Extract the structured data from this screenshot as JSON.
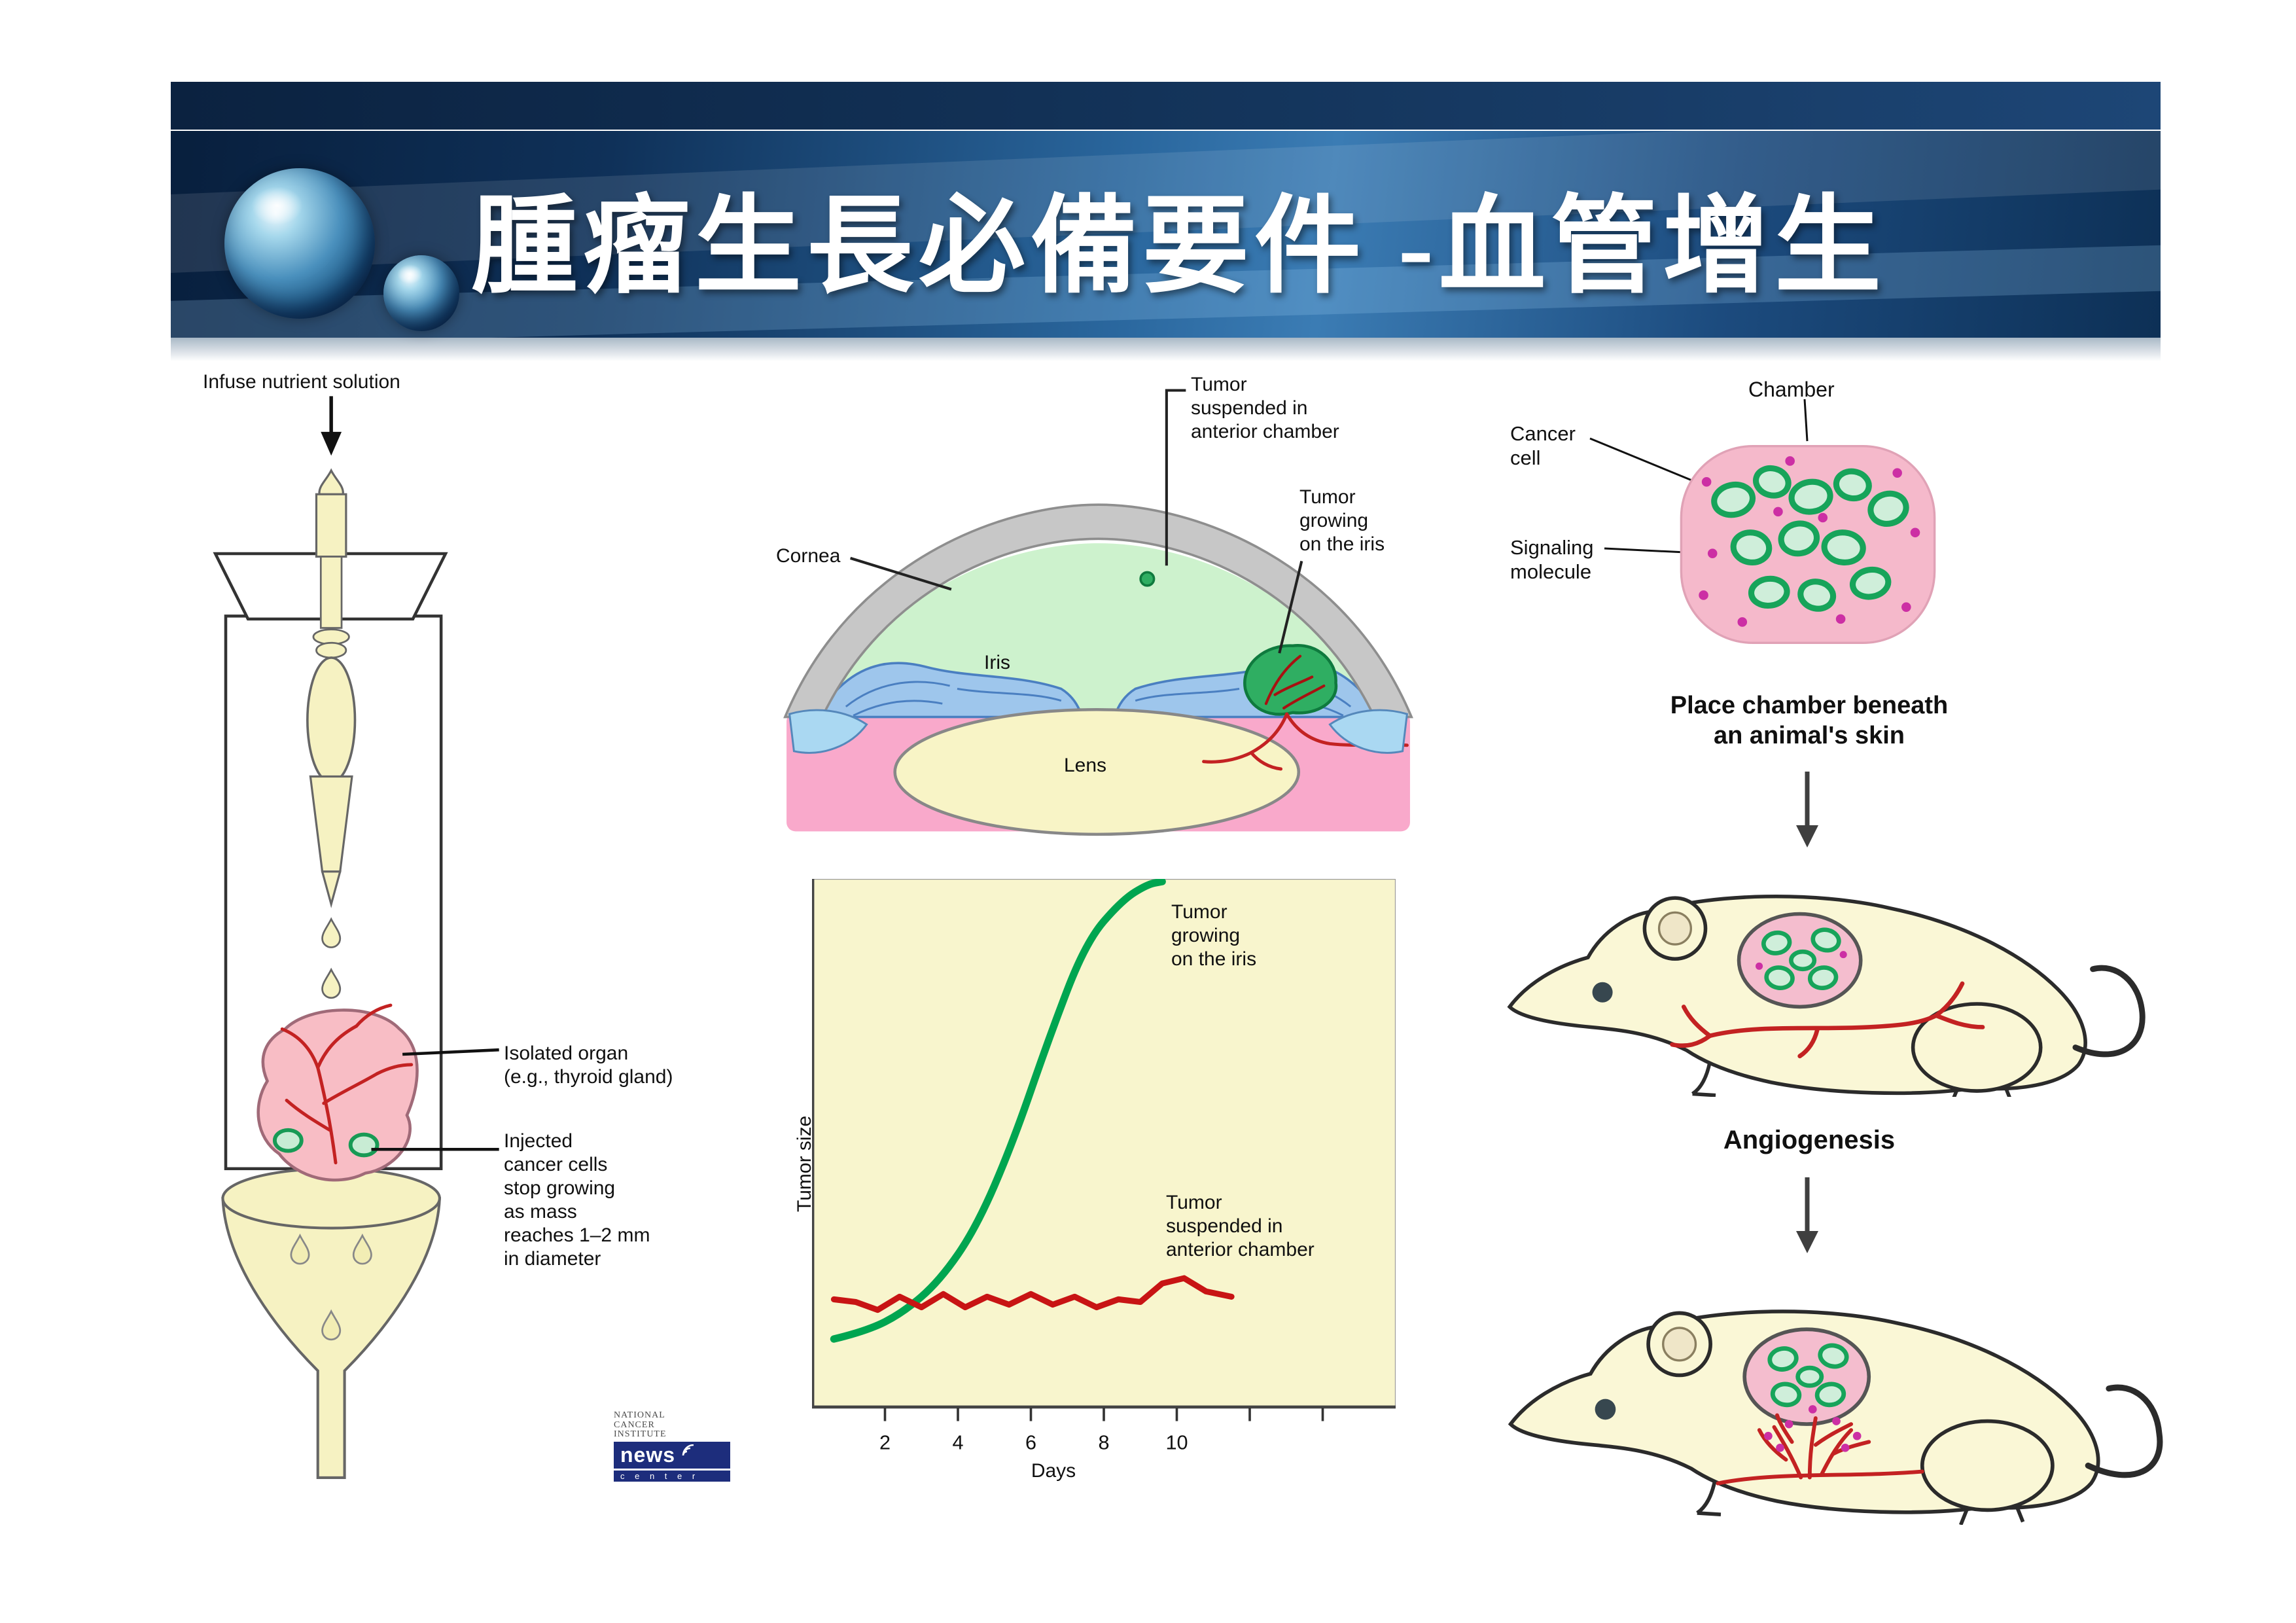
{
  "slide": {
    "title": "腫瘤生長必備要件 -血管增生"
  },
  "left_panel": {
    "infuse_label": "Infuse nutrient solution",
    "isolated_organ_label": "Isolated organ\n(e.g., thyroid gland)",
    "injected_cells_label": "Injected\ncancer cells\nstop growing\nas mass\nreaches 1–2 mm\nin diameter"
  },
  "eye_panel": {
    "tumor_suspended_label": "Tumor\nsuspended in\nanterior chamber",
    "tumor_iris_label": "Tumor\ngrowing\non the iris",
    "cornea_label": "Cornea",
    "iris_label": "Iris",
    "lens_label": "Lens"
  },
  "chart": {
    "annotation_growing": "Tumor\ngrowing\non the iris",
    "annotation_suspended": "Tumor\nsuspended in\nanterior chamber"
  },
  "chart_data": {
    "type": "line",
    "title": "",
    "xlabel": "Days",
    "ylabel": "Tumor size",
    "xlim": [
      0,
      16
    ],
    "ylim": [
      0,
      10
    ],
    "x_ticks_labeled": [
      2,
      4,
      6,
      8,
      10
    ],
    "x_ticks_unlabeled": [
      12,
      14
    ],
    "grid": false,
    "legend_position": "none",
    "background": "#f8f5cd",
    "series": [
      {
        "name": "Tumor growing on the iris",
        "color": "#00a550",
        "width": 5,
        "smooth": true,
        "x": [
          0.6,
          1.5,
          2.5,
          3.5,
          4.5,
          5.5,
          6.5,
          7.5,
          8.5,
          9.2,
          9.6
        ],
        "y": [
          1.3,
          1.45,
          1.8,
          2.4,
          3.4,
          5.0,
          7.0,
          8.8,
          9.6,
          9.9,
          9.95
        ]
      },
      {
        "name": "Tumor suspended in anterior chamber",
        "color": "#c81414",
        "width": 4,
        "smooth": false,
        "x": [
          0.6,
          1.2,
          1.8,
          2.4,
          3.0,
          3.6,
          4.2,
          4.8,
          5.4,
          6.0,
          6.6,
          7.2,
          7.8,
          8.4,
          9.0,
          9.6,
          10.2,
          10.8,
          11.5
        ],
        "y": [
          2.05,
          2.0,
          1.85,
          2.1,
          1.9,
          2.15,
          1.9,
          2.1,
          1.95,
          2.15,
          1.95,
          2.1,
          1.9,
          2.05,
          2.0,
          2.35,
          2.45,
          2.2,
          2.1
        ]
      }
    ]
  },
  "right_panel": {
    "chamber_label": "Chamber",
    "cancer_cell_label": "Cancer\ncell",
    "signaling_label": "Signaling\nmolecule",
    "place_chamber_label": "Place chamber beneath\nan animal's skin",
    "angiogenesis_label": "Angiogenesis"
  },
  "nci_logo": {
    "institute": "NATIONAL\nCANCER\nINSTITUTE",
    "news": "news",
    "center": "c e n t e r"
  },
  "colors": {
    "banner_navy": "#0f3159",
    "banner_highlight": "#3b7cb4",
    "organ_pink": "#f8bdc5",
    "chamber_pink": "#f5b9cb",
    "cell_green_fill": "#cfeeda",
    "cell_green_stroke": "#17a45a",
    "vessel_red": "#c32222",
    "signal_magenta": "#cc2fa4",
    "chart_background": "#f8f5cd",
    "curve_green": "#00a550",
    "curve_red": "#c81414",
    "cream": "#f6f2c2"
  }
}
